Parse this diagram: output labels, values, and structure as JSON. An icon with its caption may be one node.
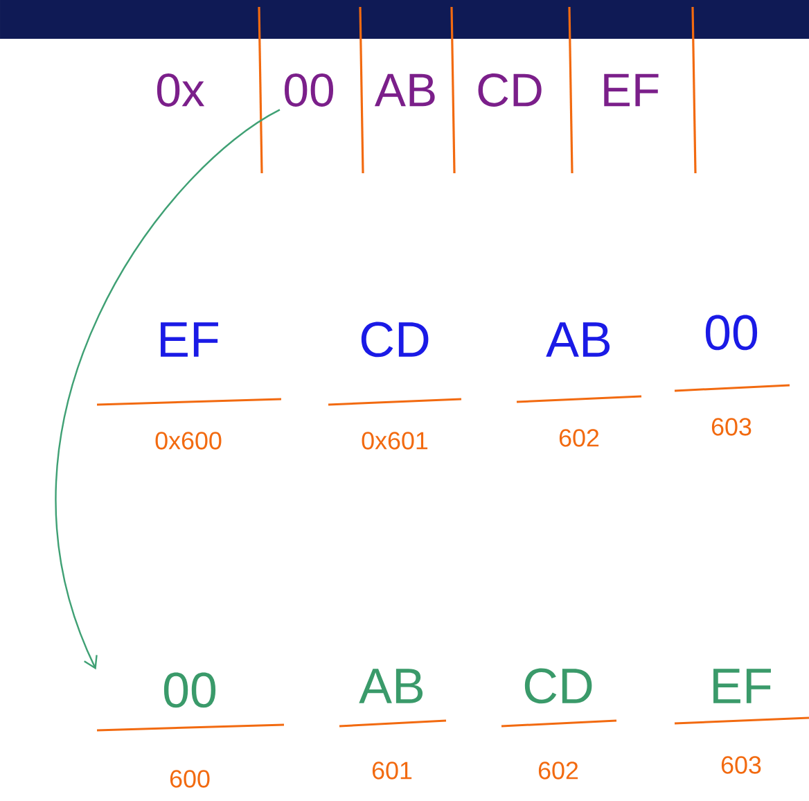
{
  "diagram": {
    "nodes": [
      {
        "text": [
          "00"
        ]
      },
      {
        "text": [
          "AB"
        ]
      },
      {
        "text": [
          "CD"
        ]
      },
      {
        "text": [
          "EF"
        ]
      },
      {
        "text": [
          "EF",
          "0x600"
        ]
      },
      {
        "text": [
          "CD",
          "0x601"
        ]
      },
      {
        "text": [
          "AB",
          "602"
        ]
      },
      {
        "text": [
          "00",
          "603"
        ]
      },
      {
        "text": [
          "00",
          "600"
        ]
      },
      {
        "text": [
          "AB",
          "601"
        ]
      },
      {
        "text": [
          "CD",
          "602"
        ]
      },
      {
        "text": [
          "EF",
          "603"
        ]
      }
    ],
    "edges": [
      {
        "from": 0,
        "to": 8,
        "arrow": "to",
        "color": "#3fa074"
      }
    ],
    "labels": [
      "0x"
    ]
  }
}
